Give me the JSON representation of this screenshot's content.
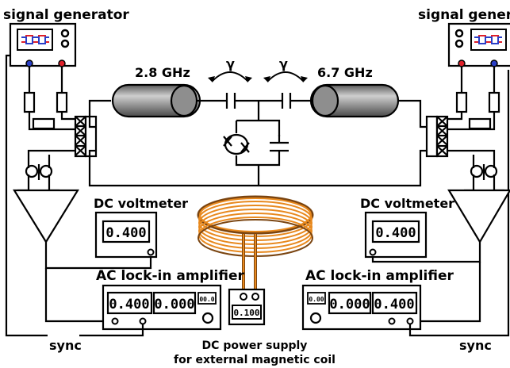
{
  "left_generator": {
    "label": "signal generator"
  },
  "right_generator": {
    "label": "signal generato"
  },
  "left_cable": {
    "label": "2.8 GHz"
  },
  "right_cable": {
    "label": "6.7 GHz"
  },
  "coupling": {
    "left_gamma": "γ",
    "right_gamma": "γ"
  },
  "left_voltmeter": {
    "label": "DC voltmeter",
    "reading": "0.400"
  },
  "right_voltmeter": {
    "label": "DC voltmeter",
    "reading": "0.400"
  },
  "left_lockin": {
    "label": "AC lock-in amplifier",
    "reading_1": "0.400",
    "reading_2": "0.000",
    "reading_small": "00.0"
  },
  "right_lockin": {
    "label": "AC lock-in amplifier",
    "reading_small": "0.00",
    "reading_1": "0.000",
    "reading_2": "0.400"
  },
  "dc_supply": {
    "reading": "0.100",
    "label_line1": "DC power supply",
    "label_line2": "for external magnetic coil"
  },
  "sync_left": "sync",
  "sync_right": "sync",
  "colors": {
    "coil": "#E8891E",
    "wave_red": "#E0202A",
    "wave_blue": "#2A3FC8",
    "cable_fill": "#8A8A8A"
  }
}
